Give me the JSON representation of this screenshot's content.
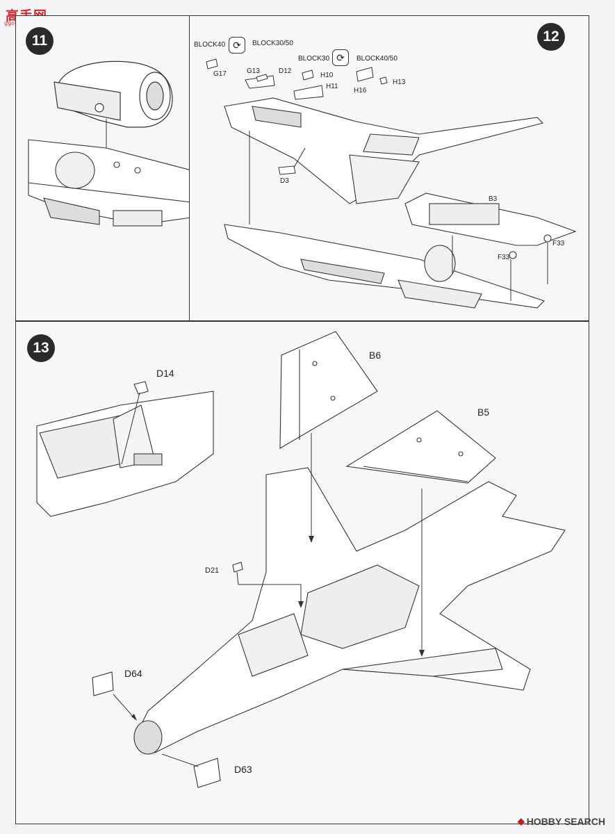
{
  "logo": {
    "text": "高手网",
    "subtext": "ggo-shou.com"
  },
  "steps": {
    "s11": {
      "number": "11"
    },
    "s12": {
      "number": "12",
      "labels": {
        "block40_a": "BLOCK40",
        "block30_50_a": "BLOCK30/50",
        "block30_b": "BLOCK30",
        "block40_50_b": "BLOCK40/50",
        "g17": "G17",
        "g13": "G13",
        "d12": "D12",
        "h10": "H10",
        "h11": "H11",
        "h16": "H16",
        "h13": "H13",
        "d3": "D3",
        "b3": "B3",
        "f33_a": "F33",
        "f33_b": "F33"
      }
    },
    "s13": {
      "number": "13",
      "labels": {
        "d14": "D14",
        "b6": "B6",
        "b5": "B5",
        "d21": "D21",
        "d64": "D64",
        "d63": "D63"
      }
    }
  },
  "watermark": {
    "brand": "HOBBY SEARCH",
    "mark": "◆"
  }
}
